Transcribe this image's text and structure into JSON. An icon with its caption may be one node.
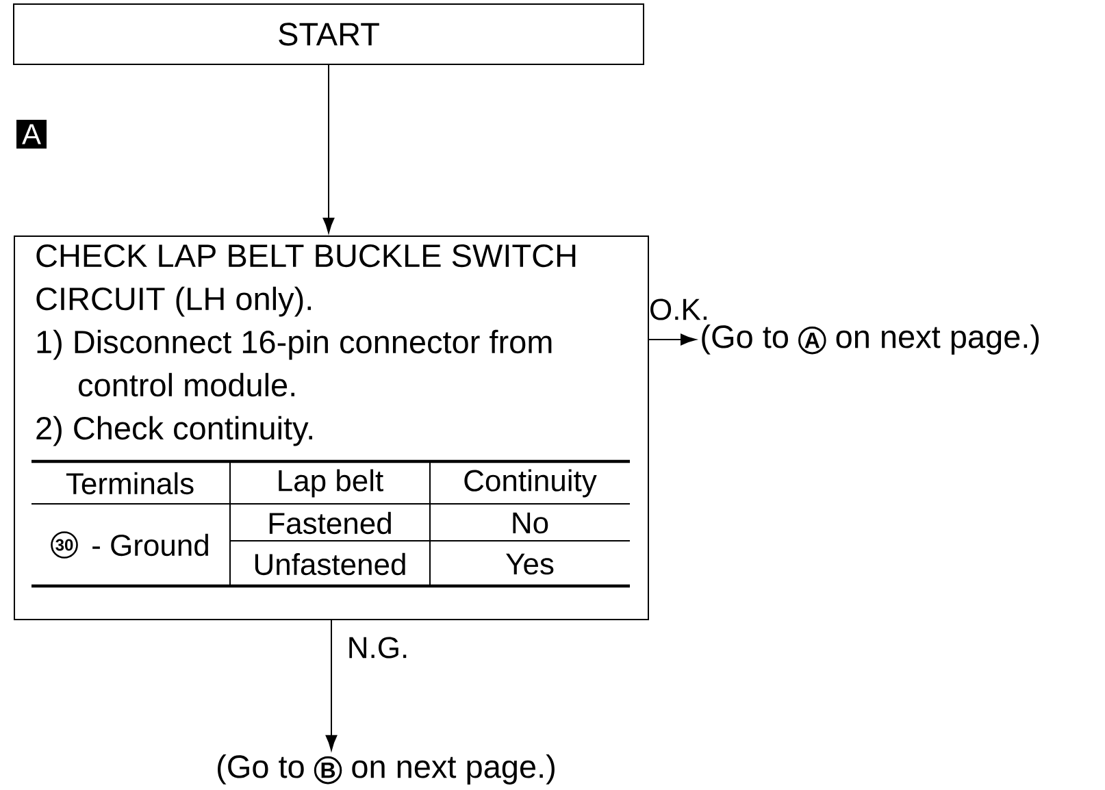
{
  "diagram": {
    "nodes": [
      {
        "text": [
          "START"
        ]
      },
      {
        "text": [
          "CHECK LAP BELT BUCKLE SWITCH CIRCUIT (LH only).",
          "1) Disconnect 16-pin connector from control module.",
          "2) Check continuity."
        ],
        "beside": [
          "A"
        ]
      },
      {
        "text": [
          "(Go to",
          "A",
          "on next page.)"
        ]
      },
      {
        "text": [
          "(Go to",
          "B",
          "on next page.)"
        ]
      }
    ],
    "edges": [
      {
        "from": 0,
        "to": 1,
        "arrow": "to"
      },
      {
        "from": 1,
        "to": 2,
        "arrow": "to",
        "label": "O.K."
      },
      {
        "from": 1,
        "to": 3,
        "arrow": "to",
        "label": "N.G."
      }
    ],
    "labels": [
      "Terminals",
      "Lap belt",
      "Continuity",
      "30",
      "- Ground",
      "Fastened",
      "No",
      "Unfastened",
      "Yes"
    ]
  }
}
